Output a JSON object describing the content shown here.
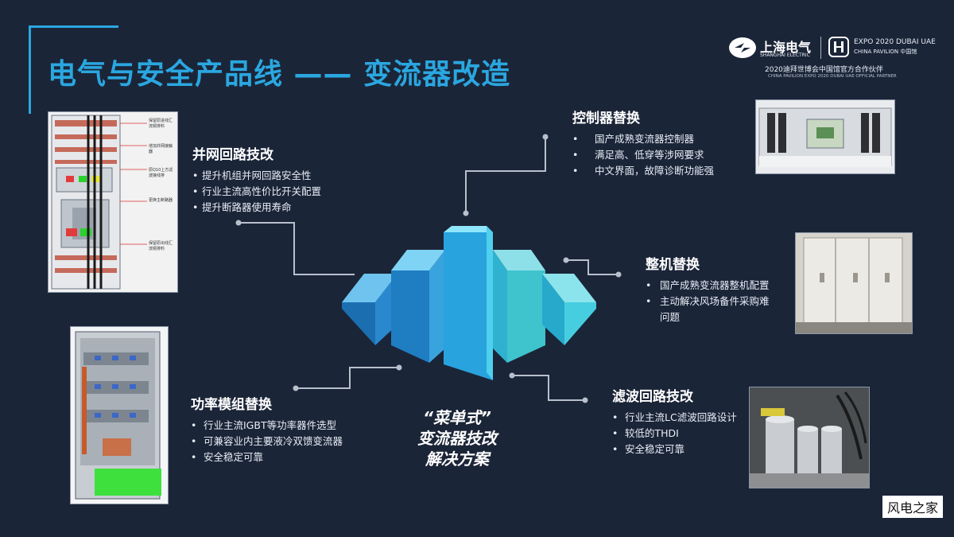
{
  "header": {
    "title": "电气与安全产品线 —— 变流器改造"
  },
  "logo": {
    "brand_cn": "上海电气",
    "brand_en": "SHANGHAI ELECTRIC",
    "expo_line1": "EXPO 2020 DUBAI UAE",
    "expo_line2": "CHINA PAVILION 中国馆",
    "partner_cn": "2020迪拜世博会中国馆官方合作伙伴",
    "partner_en": "CHINA PAVILION EXPO 2020 DUBAI UAE OFFICIAL PARTNER"
  },
  "sections": {
    "grid": {
      "title": "并网回路技改",
      "items": [
        "提升机组并网回路安全性",
        "行业主流高性价比开关配置",
        "提升断路器使用寿命"
      ]
    },
    "controller": {
      "title": "控制器替换",
      "items": [
        "国产成熟变流器控制器",
        "满足高、低穿等涉网要求",
        "中文界面，故障诊断功能强"
      ]
    },
    "whole": {
      "title": "整机替换",
      "items": [
        "国产成熟变流器整机配置",
        "主动解决风场备件采购难",
        "问题"
      ]
    },
    "power": {
      "title": "功率模组替换",
      "items": [
        "行业主流IGBT等功率器件选型",
        "可兼容业内主要液冷双馈变流器",
        "安全稳定可靠"
      ]
    },
    "filter": {
      "title": "滤波回路技改",
      "items": [
        "行业主流LC滤波回路设计",
        "较低的THDI",
        "安全稳定可靠"
      ]
    }
  },
  "cabinet_labels": [
    "保留原进线汇流铜排料",
    "增加并网接触器",
    "更换主断路器",
    "保留原出线汇流铜排料"
  ],
  "cabinet_label_q": "原Q10上方滤波接线排",
  "center": {
    "line1": "“菜单式”",
    "line2": "变流器技改",
    "line3": "解决方案"
  },
  "watermark": "风电之家",
  "colors": {
    "background": "#1b2538",
    "accent": "#2aa7e0",
    "prism_dark": "#1c6fb3",
    "prism_mid": "#2e93d6",
    "prism_light": "#4fd0ee",
    "prism_teal": "#3fbfc8"
  }
}
